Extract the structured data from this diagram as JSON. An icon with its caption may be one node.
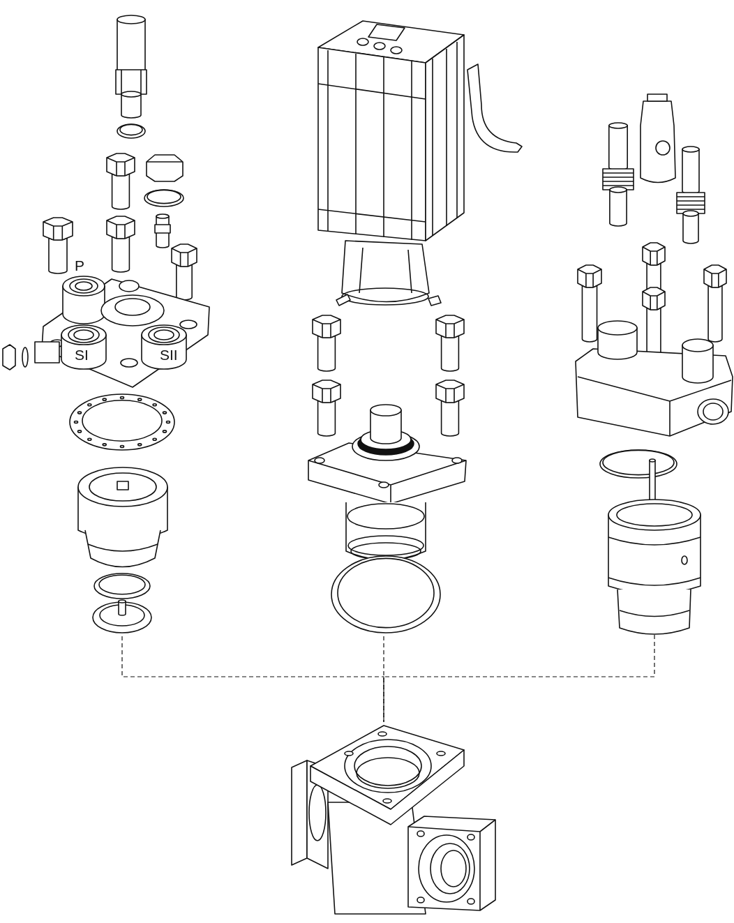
{
  "diagram": {
    "nodes": [
      {
        "text": [],
        "shape": "picture"
      },
      {
        "text": [],
        "shape": "picture"
      },
      {
        "text": [],
        "shape": "picture"
      },
      {
        "text": [],
        "shape": "picture"
      }
    ],
    "edges": [
      {
        "from": 0,
        "to": 3,
        "arrow": "none",
        "style": "dashed"
      },
      {
        "from": 1,
        "to": 3,
        "arrow": "none",
        "style": "dashed"
      },
      {
        "from": 2,
        "to": 3,
        "arrow": "none",
        "style": "dashed"
      }
    ],
    "labels": [
      "P",
      "SI",
      "SII"
    ]
  }
}
